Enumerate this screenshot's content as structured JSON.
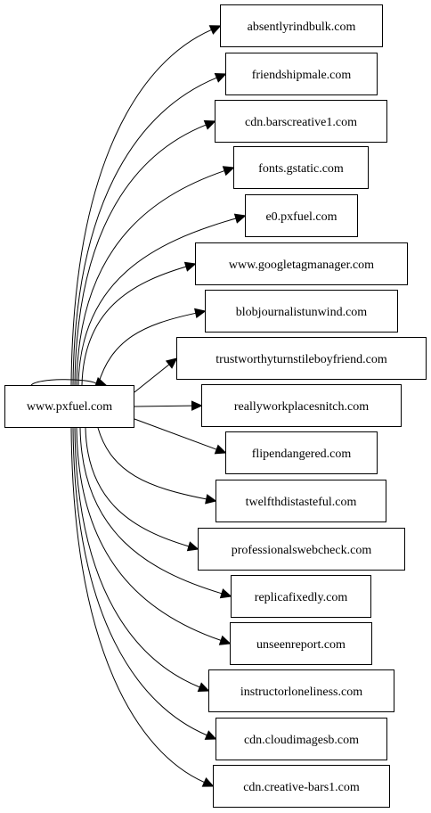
{
  "graph": {
    "source": {
      "label": "www.pxfuel.com"
    },
    "self_loop": true,
    "edge_color": "#000000",
    "node_border_color": "#000000",
    "background": "#ffffff",
    "targets": [
      {
        "label": "absentlyrindbulk.com"
      },
      {
        "label": "friendshipmale.com"
      },
      {
        "label": "cdn.barscreative1.com"
      },
      {
        "label": "fonts.gstatic.com"
      },
      {
        "label": "e0.pxfuel.com"
      },
      {
        "label": "www.googletagmanager.com"
      },
      {
        "label": "blobjournalistunwind.com"
      },
      {
        "label": "trustworthyturnstileboyfriend.com"
      },
      {
        "label": "reallyworkplacesnitch.com"
      },
      {
        "label": "flipendangered.com"
      },
      {
        "label": "twelfthdistasteful.com"
      },
      {
        "label": "professionalswebcheck.com"
      },
      {
        "label": "replicafixedly.com"
      },
      {
        "label": "unseenreport.com"
      },
      {
        "label": "instructorloneliness.com"
      },
      {
        "label": "cdn.cloudimagesb.com"
      },
      {
        "label": "cdn.creative-bars1.com"
      }
    ]
  }
}
